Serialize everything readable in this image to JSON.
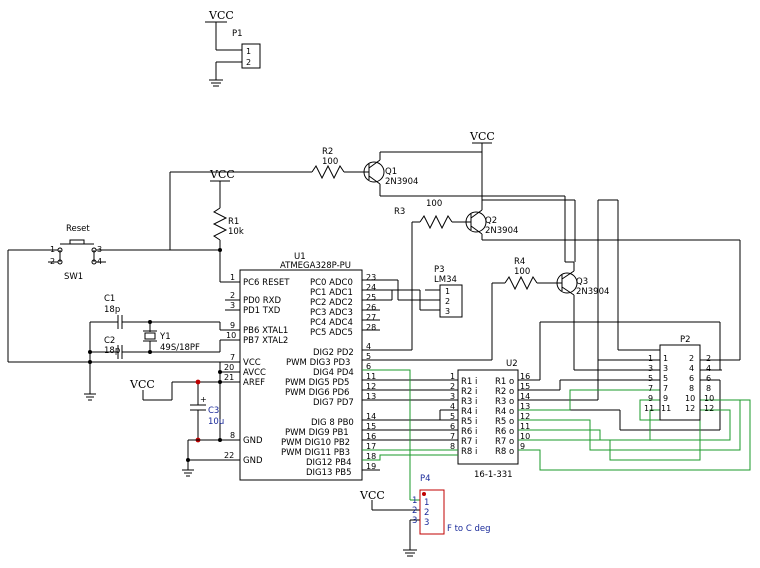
{
  "vcc_label": "VCC",
  "p1": {
    "ref": "P1",
    "pins": [
      "1",
      "2"
    ]
  },
  "r1": {
    "ref": "R1",
    "value": "10k"
  },
  "r2": {
    "ref": "R2",
    "value": "100"
  },
  "r3": {
    "ref": "R3",
    "value": "100"
  },
  "r4": {
    "ref": "R4",
    "value": "100"
  },
  "q1": {
    "ref": "Q1",
    "part": "2N3904"
  },
  "q2": {
    "ref": "Q2",
    "part": "2N3904"
  },
  "q3": {
    "ref": "Q3",
    "part": "2N3904"
  },
  "sw1": {
    "ref": "SW1",
    "label": "Reset",
    "pins": [
      "1",
      "2",
      "3",
      "4"
    ]
  },
  "c1": {
    "ref": "C1",
    "value": "18p"
  },
  "c2": {
    "ref": "C2",
    "value": "18p"
  },
  "y1": {
    "ref": "Y1",
    "value": "49S/18PF"
  },
  "c3": {
    "ref": "C3",
    "value": "10u"
  },
  "u1": {
    "ref": "U1",
    "part": "ATMEGA328P-PU",
    "left": [
      {
        "pin": "1",
        "name": "PC6 RESET"
      },
      {
        "pin": "2",
        "name": "PD0 RXD"
      },
      {
        "pin": "3",
        "name": "PD1 TXD"
      },
      {
        "pin": "9",
        "name": "PB6 XTAL1"
      },
      {
        "pin": "10",
        "name": "PB7 XTAL2"
      },
      {
        "pin": "7",
        "name": "VCC"
      },
      {
        "pin": "20",
        "name": "AVCC"
      },
      {
        "pin": "21",
        "name": "AREF"
      },
      {
        "pin": "8",
        "name": "GND"
      },
      {
        "pin": "22",
        "name": "GND"
      }
    ],
    "right": [
      {
        "pin": "23",
        "name": "PC0 ADC0"
      },
      {
        "pin": "24",
        "name": "PC1 ADC1"
      },
      {
        "pin": "25",
        "name": "PC2 ADC2"
      },
      {
        "pin": "26",
        "name": "PC3 ADC3"
      },
      {
        "pin": "27",
        "name": "PC4 ADC4"
      },
      {
        "pin": "28",
        "name": "PC5 ADC5"
      },
      {
        "pin": "4",
        "name": "DIG2 PD2"
      },
      {
        "pin": "5",
        "name": "PWM DIG3 PD3"
      },
      {
        "pin": "6",
        "name": "DIG4 PD4"
      },
      {
        "pin": "11",
        "name": "PWM DIG5 PD5"
      },
      {
        "pin": "12",
        "name": "PWM DIG6 PD6"
      },
      {
        "pin": "13",
        "name": "DIG7 PD7"
      },
      {
        "pin": "14",
        "name": "DIG 8 PB0"
      },
      {
        "pin": "15",
        "name": "PWM DIG9 PB1"
      },
      {
        "pin": "16",
        "name": "PWM DIG10 PB2"
      },
      {
        "pin": "17",
        "name": "PWM DIG11 PB3"
      },
      {
        "pin": "18",
        "name": "DIG12 PB4"
      },
      {
        "pin": "19",
        "name": "DIG13 PB5"
      }
    ]
  },
  "p3": {
    "ref": "P3",
    "part": "LM34",
    "pins": [
      "1",
      "2",
      "3"
    ]
  },
  "u2": {
    "ref": "U2",
    "part": "16-1-331",
    "left": [
      {
        "pin": "1",
        "name": "R1 i"
      },
      {
        "pin": "2",
        "name": "R2 i"
      },
      {
        "pin": "3",
        "name": "R3 i"
      },
      {
        "pin": "4",
        "name": "R4 i"
      },
      {
        "pin": "5",
        "name": "R5 i"
      },
      {
        "pin": "6",
        "name": "R6 i"
      },
      {
        "pin": "7",
        "name": "R7 i"
      },
      {
        "pin": "8",
        "name": "R8 i"
      }
    ],
    "right": [
      {
        "pin": "16",
        "name": "R1 o"
      },
      {
        "pin": "15",
        "name": "R2 o"
      },
      {
        "pin": "14",
        "name": "R3 o"
      },
      {
        "pin": "13",
        "name": "R4 o"
      },
      {
        "pin": "12",
        "name": "R5 o"
      },
      {
        "pin": "11",
        "name": "R6 o"
      },
      {
        "pin": "10",
        "name": "R7 o"
      },
      {
        "pin": "9",
        "name": "R8 o"
      }
    ]
  },
  "p2": {
    "ref": "P2",
    "left_outer": [
      "1",
      "3",
      "5",
      "7",
      "9",
      "11"
    ],
    "left_inner": [
      "1",
      "3",
      "5",
      "7",
      "9",
      "11"
    ],
    "right_inner": [
      "2",
      "4",
      "6",
      "8",
      "10",
      "12"
    ],
    "right_outer": [
      "2",
      "4",
      "6",
      "8",
      "10",
      "12"
    ]
  },
  "p4": {
    "ref": "P4",
    "label": "F to C deg",
    "pins": [
      "1",
      "2",
      "3"
    ]
  }
}
